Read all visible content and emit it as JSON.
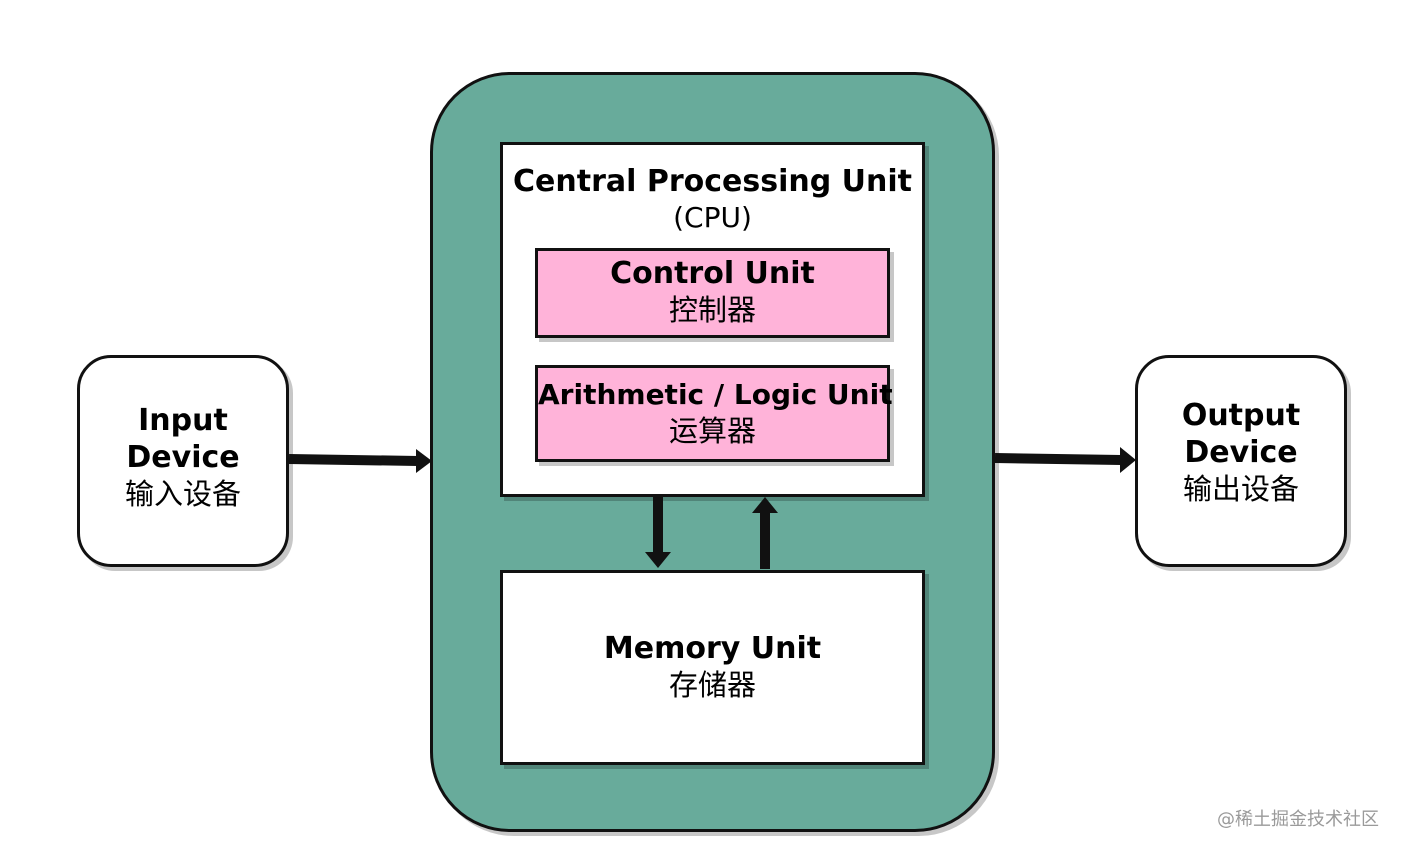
{
  "colors": {
    "outer_fill": "#68ab9b",
    "unit_fill": "#ffb3d9",
    "box_fill": "#ffffff",
    "stroke": "#111111"
  },
  "input_device": {
    "title_line1": "Input",
    "title_line2": "Device",
    "subtitle": "输入设备"
  },
  "output_device": {
    "title_line1": "Output",
    "title_line2": "Device",
    "subtitle": "输出设备"
  },
  "cpu": {
    "title": "Central Processing Unit",
    "subtitle": "(CPU)",
    "control_unit": {
      "title": "Control Unit",
      "subtitle": "控制器"
    },
    "alu": {
      "title": "Arithmetic / Logic Unit",
      "subtitle": "运算器"
    }
  },
  "memory_unit": {
    "title": "Memory Unit",
    "subtitle": "存储器"
  },
  "watermark": "@稀土掘金技术社区"
}
